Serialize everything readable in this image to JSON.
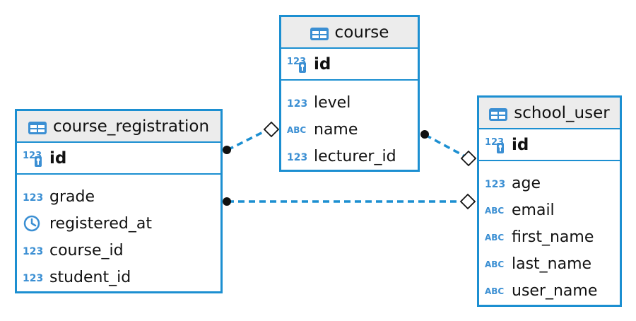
{
  "colors": {
    "border": "#1c8fd1",
    "header_bg": "#ececec",
    "link": "#1c8fd1"
  },
  "icon_text": {
    "num": "123",
    "abc": "ABC"
  },
  "entities": {
    "course": {
      "title": "course",
      "pk": {
        "name": "id",
        "icon": "key-number-icon"
      },
      "columns": [
        {
          "name": "level",
          "icon": "number-type-icon"
        },
        {
          "name": "name",
          "icon": "text-type-icon"
        },
        {
          "name": "lecturer_id",
          "icon": "number-type-icon"
        }
      ]
    },
    "course_registration": {
      "title": "course_registration",
      "pk": {
        "name": "id",
        "icon": "key-number-icon"
      },
      "columns": [
        {
          "name": "grade",
          "icon": "number-type-icon"
        },
        {
          "name": "registered_at",
          "icon": "clock-icon"
        },
        {
          "name": "course_id",
          "icon": "number-type-icon"
        },
        {
          "name": "student_id",
          "icon": "number-type-icon"
        }
      ]
    },
    "school_user": {
      "title": "school_user",
      "pk": {
        "name": "id",
        "icon": "key-number-icon"
      },
      "columns": [
        {
          "name": "age",
          "icon": "number-type-icon"
        },
        {
          "name": "email",
          "icon": "text-type-icon"
        },
        {
          "name": "first_name",
          "icon": "text-type-icon"
        },
        {
          "name": "last_name",
          "icon": "text-type-icon"
        },
        {
          "name": "user_name",
          "icon": "text-type-icon"
        }
      ]
    }
  },
  "relationships": [
    {
      "from": "course_registration",
      "to": "course"
    },
    {
      "from": "course",
      "to": "school_user"
    },
    {
      "from": "course_registration",
      "to": "school_user"
    }
  ]
}
